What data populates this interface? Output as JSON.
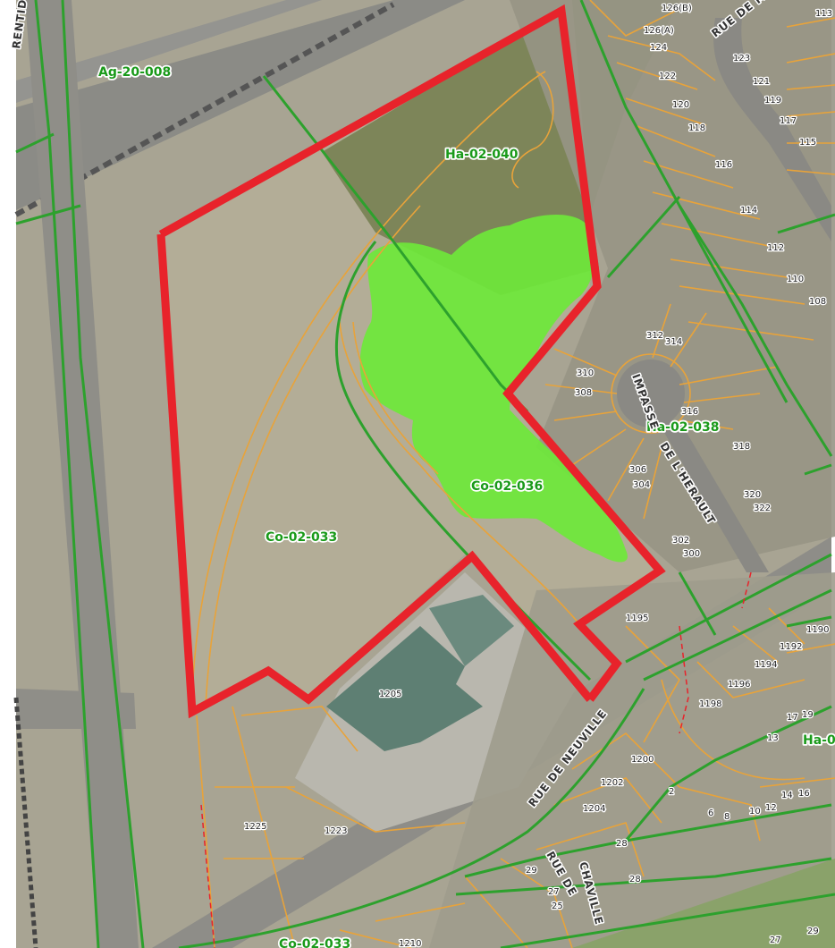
{
  "colors": {
    "red_boundary": "#e8232b",
    "zone_line": "#2da12d",
    "lot_line": "#e8a33a",
    "wetland": "#6ee83a",
    "zone_label": "#1a9a1a"
  },
  "zones": [
    {
      "id": "ag-20-008",
      "label": "Ag-20-008"
    },
    {
      "id": "ha-02-040",
      "label": "Ha-02-040"
    },
    {
      "id": "ha-02-038",
      "label": "Ha-02-038"
    },
    {
      "id": "co-02-036",
      "label": "Co-02-036"
    },
    {
      "id": "co-02-033",
      "label": "Co-02-033"
    },
    {
      "id": "co-02-033-bottom",
      "label": "Co-02-033"
    },
    {
      "id": "ha-0-edge",
      "label": "Ha-0"
    }
  ],
  "streets": [
    {
      "id": "rue-de-m",
      "label": "RUE DE M"
    },
    {
      "id": "impasse-1",
      "label": "IMPASSE"
    },
    {
      "id": "impasse-2",
      "label": "DE L'HERAULT"
    },
    {
      "id": "rue-de-neuville",
      "label": "RUE DE NEUVILLE"
    },
    {
      "id": "rue-de",
      "label": "RUE DE"
    },
    {
      "id": "chaville",
      "label": "CHAVILLE"
    },
    {
      "id": "laurentides",
      "label": "RENTIDES"
    }
  ],
  "lots": [
    "126(B)",
    "126(A)",
    "124",
    "122",
    "120",
    "118",
    "116",
    "114",
    "112",
    "110",
    "108",
    "123",
    "121",
    "119",
    "117",
    "115",
    "113",
    "312",
    "314",
    "310",
    "308",
    "316",
    "318",
    "306",
    "304",
    "320",
    "322",
    "302",
    "300",
    "1195",
    "1205",
    "1190",
    "1192",
    "1194",
    "1196",
    "1198",
    "17",
    "19",
    "13",
    "1200",
    "1202",
    "1204",
    "2",
    "6",
    "8",
    "10",
    "12",
    "14",
    "16",
    "1225",
    "1223",
    "29",
    "28",
    "28",
    "27",
    "25",
    "27",
    "29",
    "1210"
  ]
}
